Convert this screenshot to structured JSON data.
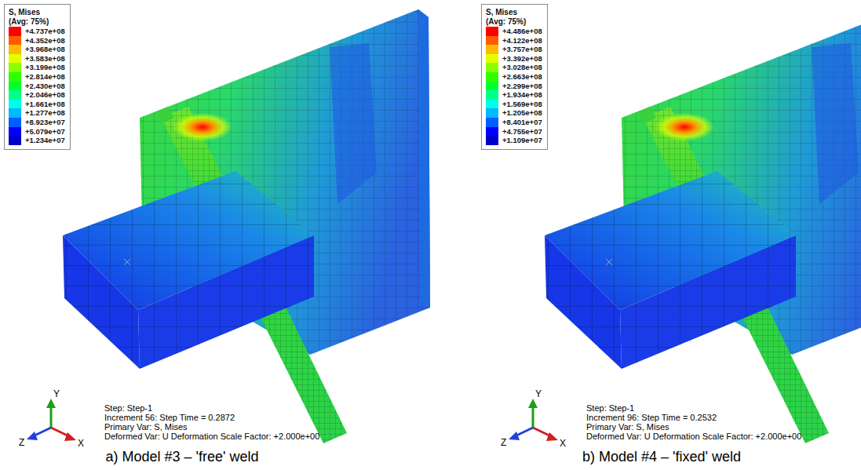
{
  "diagram": {
    "nodes": [
      {
        "text": [
          "S, Mises",
          "(Avg: 75%)"
        ]
      },
      {
        "text": [
          "S, Mises",
          "(Avg: 75%)"
        ]
      }
    ],
    "labels": [
      "Y",
      "Z",
      "X",
      "Step: Step-1",
      "Increment 56: Step Time = 0.2872",
      "Primary Var: S, Mises",
      "Deformed Var: U Deformation Scale Factor: +2.000e+00",
      "Y",
      "Z",
      "X",
      "Step: Step-1",
      "Increment 96: Step Time = 0.2532",
      "Primary Var: S, Mises",
      "Deformed Var: U Deformation Scale Factor: +2.000e+00",
      "a) Model #3 – 'free' weld",
      "b) Model #4 – 'fixed' weld"
    ],
    "legend": [
      {
        "text": "+4.737e+08",
        "color": "#ff0000"
      },
      {
        "text": "+4.352e+08",
        "color": "#ff5c00"
      },
      {
        "text": "+3.968e+08",
        "color": "#ffb900"
      },
      {
        "text": "+3.583e+08",
        "color": "#e3ff00"
      },
      {
        "text": "+3.199e+08",
        "color": "#8cff00"
      },
      {
        "text": "+2.814e+08",
        "color": "#2eff00"
      },
      {
        "text": "+2.430e+08",
        "color": "#00ff2e"
      },
      {
        "text": "+2.046e+08",
        "color": "#00ff8b"
      },
      {
        "text": "+1.661e+08",
        "color": "#00ffe8"
      },
      {
        "text": "+1.277e+08",
        "color": "#00b9ff"
      },
      {
        "text": "+8.923e+07",
        "color": "#005dff"
      },
      {
        "text": "+5.079e+07",
        "color": "#0000ff"
      },
      {
        "text": "+1.234e+07",
        "color": "#0000c8"
      },
      {
        "text": "+4.486e+08",
        "color": "#ff0000"
      },
      {
        "text": "+4.122e+08",
        "color": "#ff5c00"
      },
      {
        "text": "+3.757e+08",
        "color": "#ffb900"
      },
      {
        "text": "+3.392e+08",
        "color": "#e3ff00"
      },
      {
        "text": "+3.028e+08",
        "color": "#8cff00"
      },
      {
        "text": "+2.663e+08",
        "color": "#2eff00"
      },
      {
        "text": "+2.299e+08",
        "color": "#00ff2e"
      },
      {
        "text": "+1.934e+08",
        "color": "#00ff8b"
      },
      {
        "text": "+1.569e+08",
        "color": "#00ffe8"
      },
      {
        "text": "+1.205e+08",
        "color": "#00b9ff"
      },
      {
        "text": "+8.401e+07",
        "color": "#005dff"
      },
      {
        "text": "+4.755e+07",
        "color": "#0000ff"
      },
      {
        "text": "+1.109e+07",
        "color": "#0000c8"
      }
    ]
  }
}
